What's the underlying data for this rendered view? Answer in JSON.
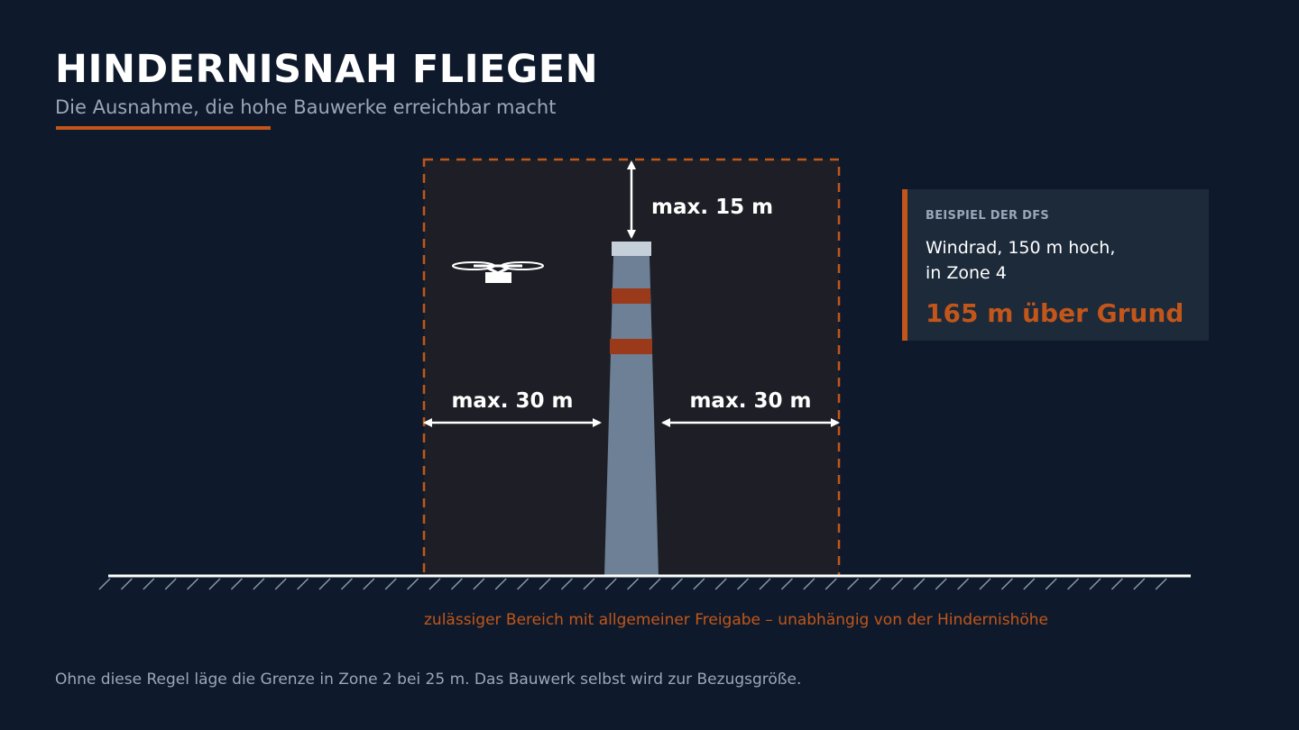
{
  "header": {
    "title": "HINDERNISNAH FLIEGEN",
    "subtitle": "Die Ausnahme, die hohe Bauwerke erreichbar macht"
  },
  "diagram": {
    "top_clearance_label": "max. 15 m",
    "left_distance_label": "max. 30 m",
    "right_distance_label": "max. 30 m"
  },
  "info_card": {
    "label": "BEISPIEL DER DFS",
    "line1": "Windrad, 150 m hoch,",
    "line2": "in Zone 4",
    "highlight": "165 m über Grund"
  },
  "caption": "zulässiger Bereich mit allgemeiner Freigabe – unabhängig von der Hindernishöhe",
  "footnote": "Ohne diese Regel läge die Grenze in Zone 2 bei 25 m. Das Bauwerk selbst wird zur Bezugsgröße.",
  "colors": {
    "background": "#0e1a2b",
    "accent": "#c2561a",
    "zone_fill": "#1e1f26",
    "tower": "#6e8096",
    "tower_cap": "#c5d0db",
    "tower_stripe": "#9b3a1a"
  }
}
